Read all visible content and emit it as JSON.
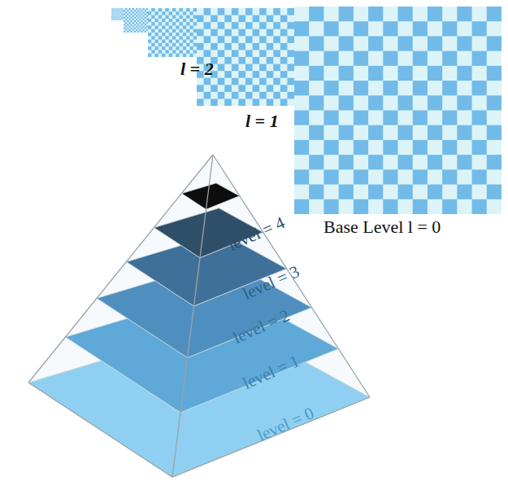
{
  "diagram": {
    "labels": [
      "l = 2",
      "l = 1",
      "Base Level l = 0",
      "level = 4",
      "level = 3",
      "level = 2",
      "level = 1",
      "level = 0"
    ]
  }
}
